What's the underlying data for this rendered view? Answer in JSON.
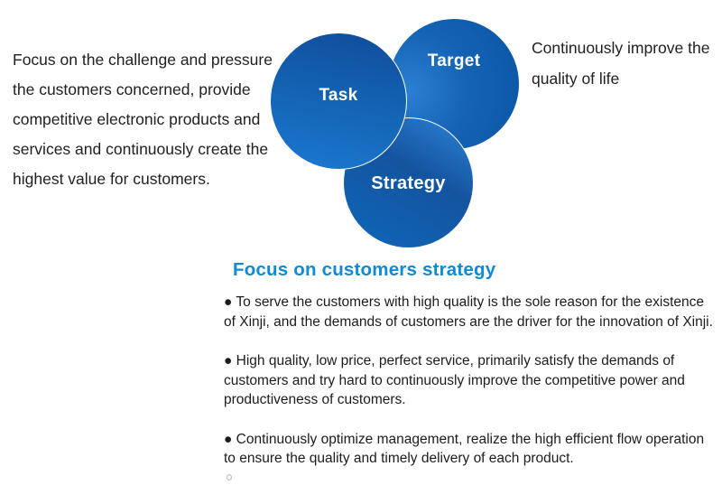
{
  "page": {
    "background": "#ffffff",
    "body_text_color": "#212121"
  },
  "left_paragraph": "Focus on the challenge and pressure the customers concerned, provide competitive electronic products and services and continuously create the highest value for customers.",
  "right_caption": "Continuously improve the quality of life",
  "diagram": {
    "type": "overlapping-circles",
    "border_color": "#ffffff",
    "label_color": "#ffffff",
    "gradient_dark": "#0b53a4",
    "gradient_light": "#2b80d4",
    "circles": [
      {
        "label": "Target"
      },
      {
        "label": "Strategy"
      },
      {
        "label": "Task"
      }
    ]
  },
  "section": {
    "heading": "Focus on customers strategy",
    "heading_color": "#0d8bd3",
    "bullets": [
      "●  To serve the customers with high quality is the sole reason for the existence of Xinji, and the demands of customers are the driver for the innovation of Xinji.",
      "● High quality, low price, perfect service, primarily satisfy the demands of customers and try hard to continuously improve the competitive power and productiveness of customers.",
      "● Continuously optimize management, realize the high efficient flow operation to ensure the quality and timely delivery of each product."
    ]
  }
}
